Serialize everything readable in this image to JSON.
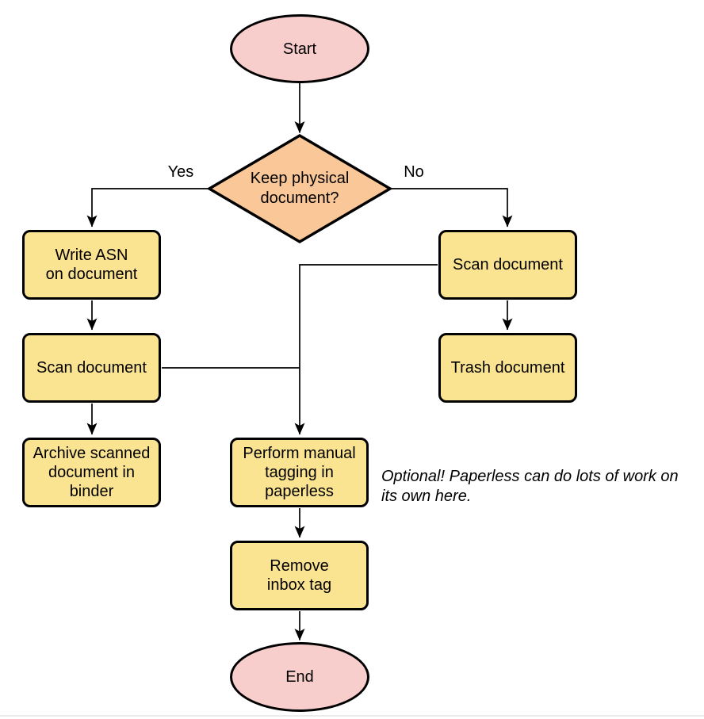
{
  "diagram": {
    "type": "flowchart",
    "colors": {
      "terminal_fill": "#f8cecc",
      "decision_fill": "#fac898",
      "process_fill": "#fbe491",
      "stroke": "#000000",
      "text": "#000000",
      "divider": "#ebebeb"
    },
    "nodes": {
      "start": {
        "label": "Start",
        "shape": "ellipse"
      },
      "decision": {
        "label": "Keep physical\ndocument?",
        "shape": "diamond"
      },
      "write_asn": {
        "label": "Write ASN\non document",
        "shape": "rounded-rect"
      },
      "scan_left": {
        "label": "Scan document",
        "shape": "rounded-rect"
      },
      "archive": {
        "label": "Archive scanned\ndocument in\nbinder",
        "shape": "rounded-rect"
      },
      "scan_right": {
        "label": "Scan document",
        "shape": "rounded-rect"
      },
      "trash": {
        "label": "Trash document",
        "shape": "rounded-rect"
      },
      "tagging": {
        "label": "Perform manual\ntagging in\npaperless",
        "shape": "rounded-rect"
      },
      "remove_inbox": {
        "label": "Remove\ninbox tag",
        "shape": "rounded-rect"
      },
      "end": {
        "label": "End",
        "shape": "ellipse"
      }
    },
    "edge_labels": {
      "yes": "Yes",
      "no": "No"
    },
    "annotation": "Optional! Paperless can do lots of work on\nits own here."
  }
}
